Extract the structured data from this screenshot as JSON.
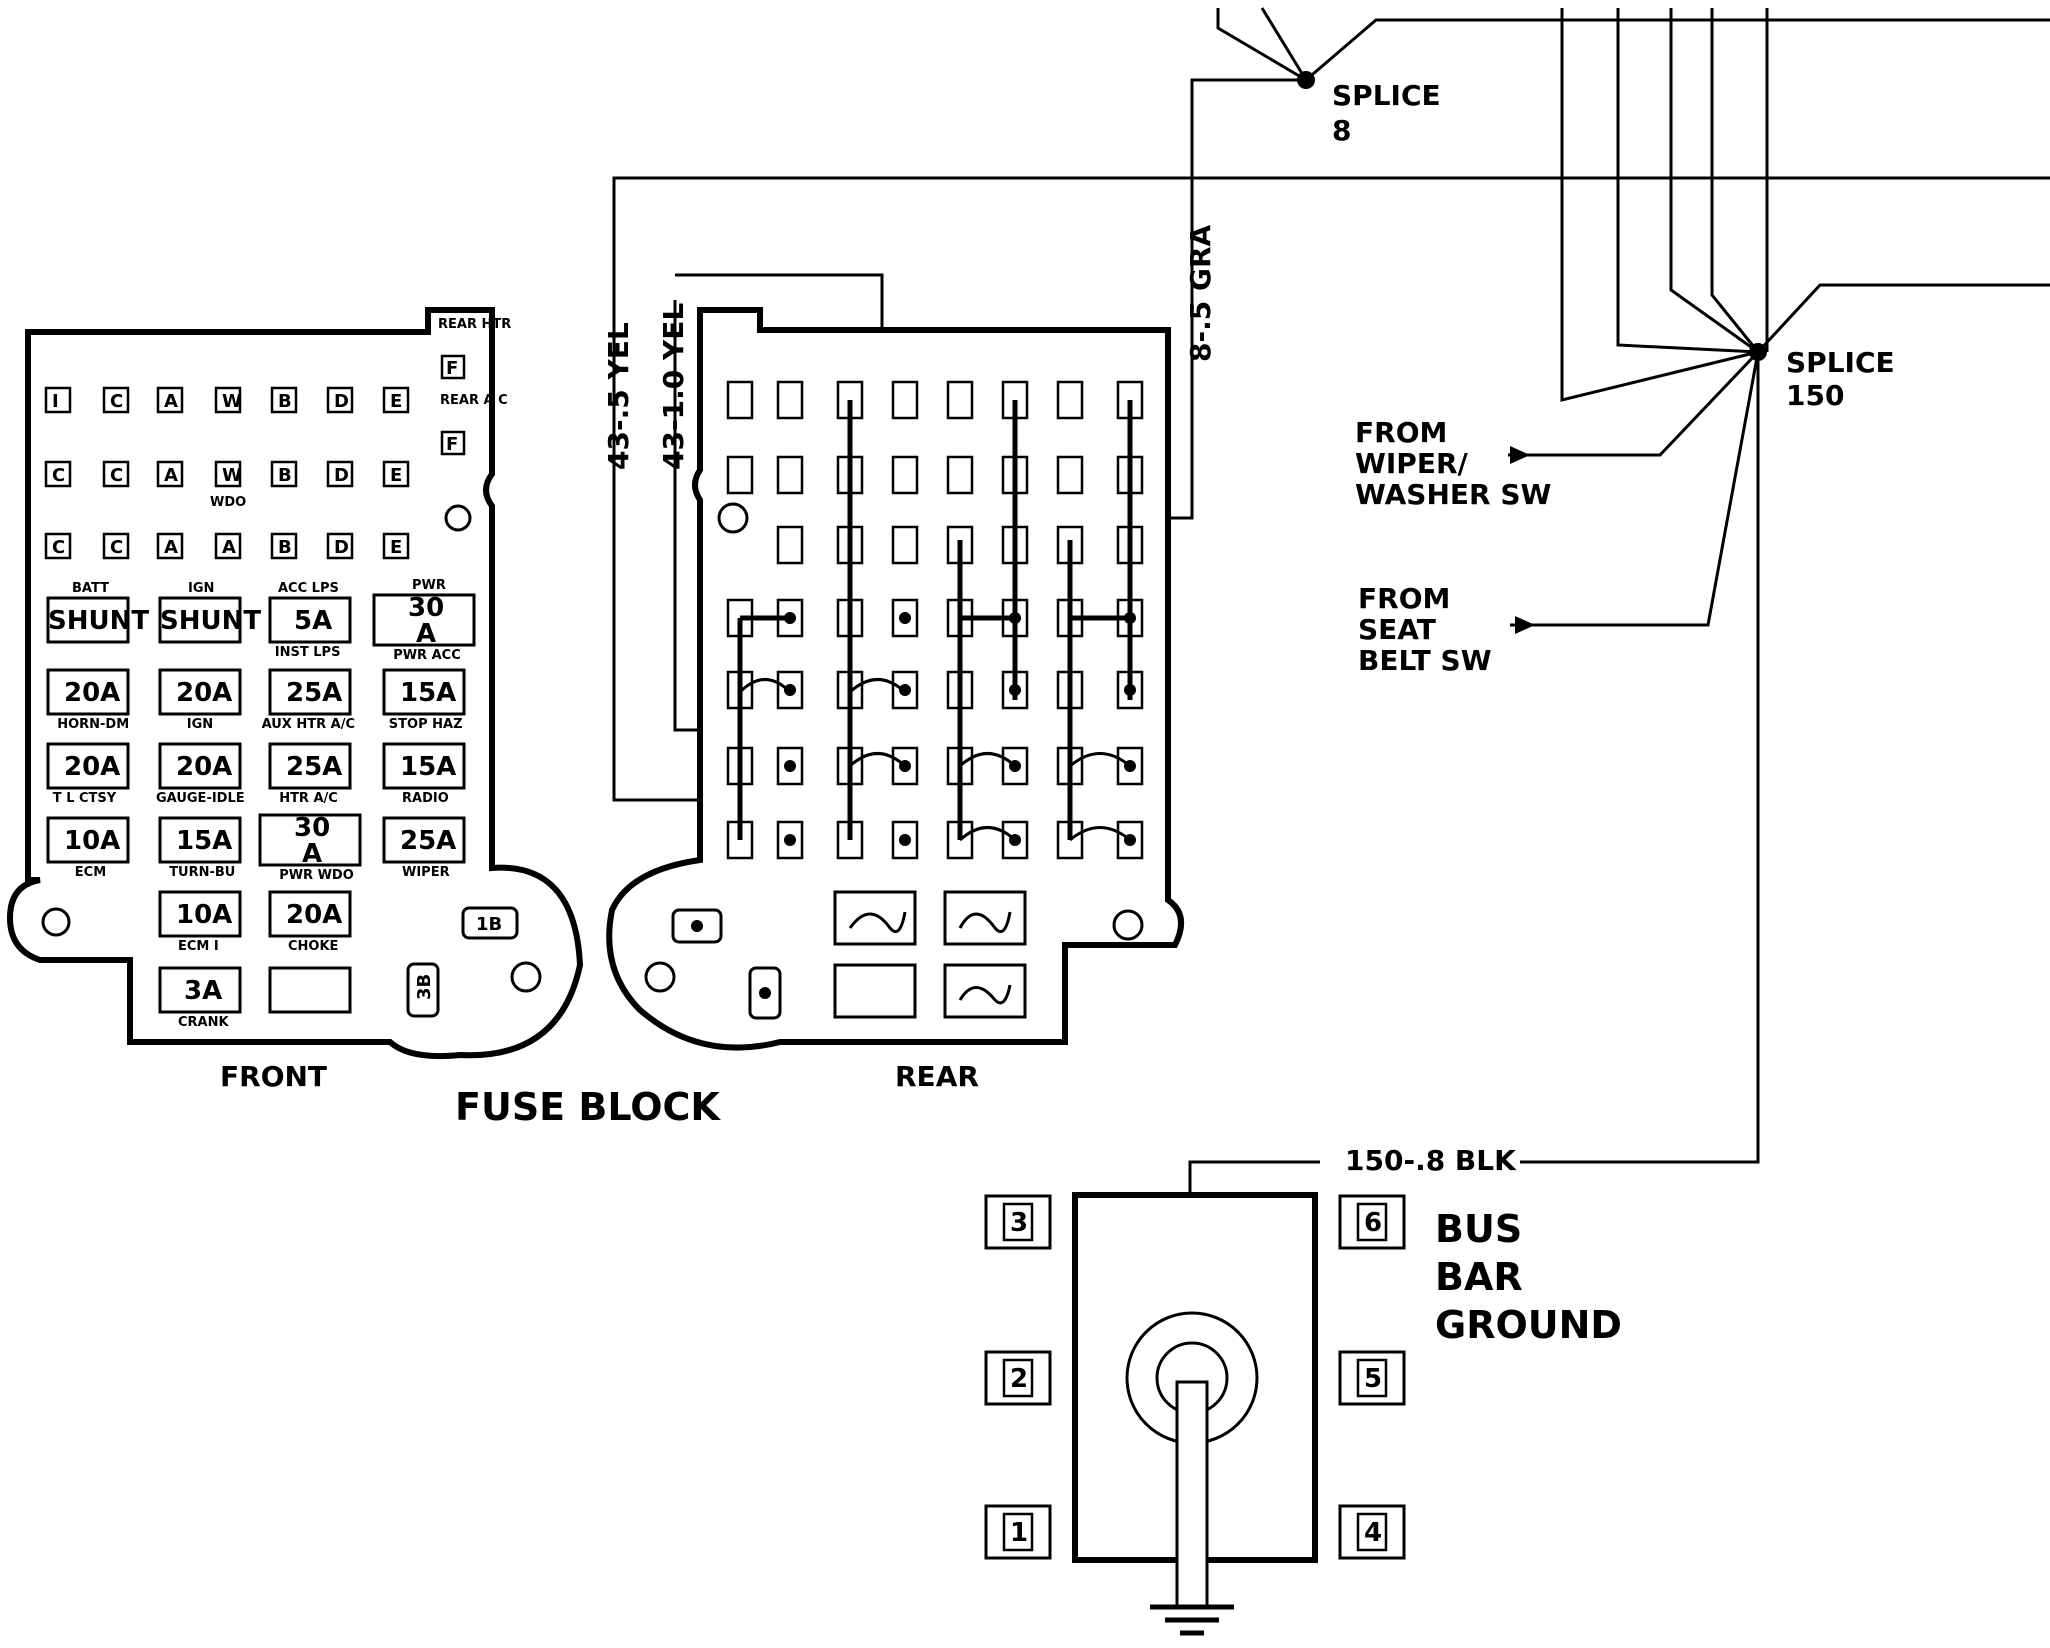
{
  "title": "FUSE BLOCK",
  "front": {
    "label": "FRONT",
    "side_labels": {
      "rear_htr": "REAR HTR",
      "rear_ac": "REAR A C",
      "f1": "F",
      "f2": "F"
    },
    "connector_rows": [
      [
        "I",
        "C",
        "A",
        "W",
        "B",
        "D",
        "E"
      ],
      [
        "C",
        "C",
        "A",
        "W",
        "B",
        "D",
        "E"
      ],
      [
        "C",
        "C",
        "A",
        "A",
        "B",
        "D",
        "E"
      ]
    ],
    "wdo_label": "WDO",
    "fuses": [
      {
        "top": "BATT",
        "value": "SHUNT",
        "bottom": ""
      },
      {
        "top": "IGN",
        "value": "SHUNT",
        "bottom": ""
      },
      {
        "top": "ACC  LPS",
        "value": "5A",
        "bottom": "INST LPS"
      },
      {
        "top": "PWR",
        "value": "30 A",
        "bottom": "PWR ACC"
      },
      {
        "top": "",
        "value": "20A",
        "bottom": "HORN-DM"
      },
      {
        "top": "",
        "value": "20A",
        "bottom": "IGN"
      },
      {
        "top": "",
        "value": "25A",
        "bottom": "AUX HTR A/C"
      },
      {
        "top": "",
        "value": "15A",
        "bottom": "STOP HAZ"
      },
      {
        "top": "",
        "value": "20A",
        "bottom": "T L CTSY"
      },
      {
        "top": "",
        "value": "20A",
        "bottom": "GAUGE-IDLE"
      },
      {
        "top": "",
        "value": "25A",
        "bottom": "HTR A/C"
      },
      {
        "top": "",
        "value": "15A",
        "bottom": "RADIO"
      },
      {
        "top": "",
        "value": "10A",
        "bottom": "ECM"
      },
      {
        "top": "",
        "value": "15A",
        "bottom": "TURN-BU"
      },
      {
        "top": "",
        "value": "30 A",
        "bottom": "PWR WDO"
      },
      {
        "top": "",
        "value": "25A",
        "bottom": "WIPER"
      },
      {
        "top": "",
        "value": "10A",
        "bottom": "ECM I"
      },
      {
        "top": "",
        "value": "20A",
        "bottom": "CHOKE"
      },
      {
        "top": "",
        "value": "3A",
        "bottom": "CRANK"
      }
    ],
    "tag_1b": "1B",
    "tag_3b": "3B"
  },
  "rear": {
    "label": "REAR"
  },
  "wires": {
    "yel_05": "43-.5 YEL",
    "yel_10": "43-1.0 YEL",
    "gra": "8-.5 GRA",
    "blk": "150-.8 BLK"
  },
  "splices": {
    "s8": {
      "line1": "SPLICE",
      "line2": "8"
    },
    "s150": {
      "line1": "SPLICE",
      "line2": "150"
    }
  },
  "inputs": {
    "wiper": [
      "FROM",
      "WIPER/",
      "WASHER SW"
    ],
    "seat": [
      "FROM",
      "SEAT",
      "BELT SW"
    ]
  },
  "bus_bar": {
    "title": [
      "BUS",
      "BAR",
      "GROUND"
    ],
    "terminals": [
      "3",
      "2",
      "1",
      "6",
      "5",
      "4"
    ]
  }
}
